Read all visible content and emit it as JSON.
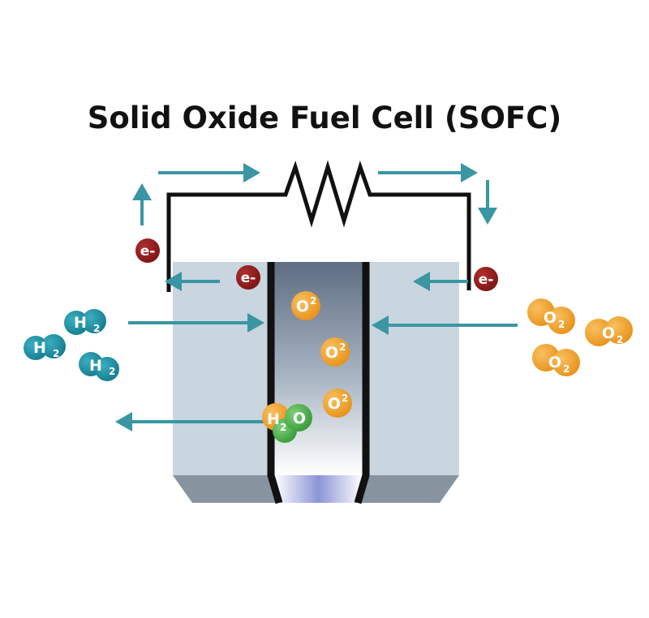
{
  "title": "Solid Oxide Fuel Cell (SOFC)",
  "electron": {
    "symbol": "e-"
  },
  "hydrogen": {
    "symbol": "H",
    "subscript": "2"
  },
  "oxygen_molecule": {
    "symbol": "O",
    "subscript": "2"
  },
  "oxide_ion": {
    "symbol": "O",
    "superscript": "2"
  },
  "water": {
    "h": "H",
    "subscript": "2",
    "o": "O"
  },
  "colors": {
    "arrow": "#3a96a3",
    "wire": "#111111",
    "electron": "#8e1b1b",
    "hydrogen": "#1f8fa3",
    "oxygen": "#f0a12a",
    "water_o": "#4caa4c",
    "electrode": "#c9d5df",
    "electrode_base": "#8794a0",
    "electrolyte_top": "#5e6d82",
    "electrolyte_bottom": "#ffffff"
  }
}
